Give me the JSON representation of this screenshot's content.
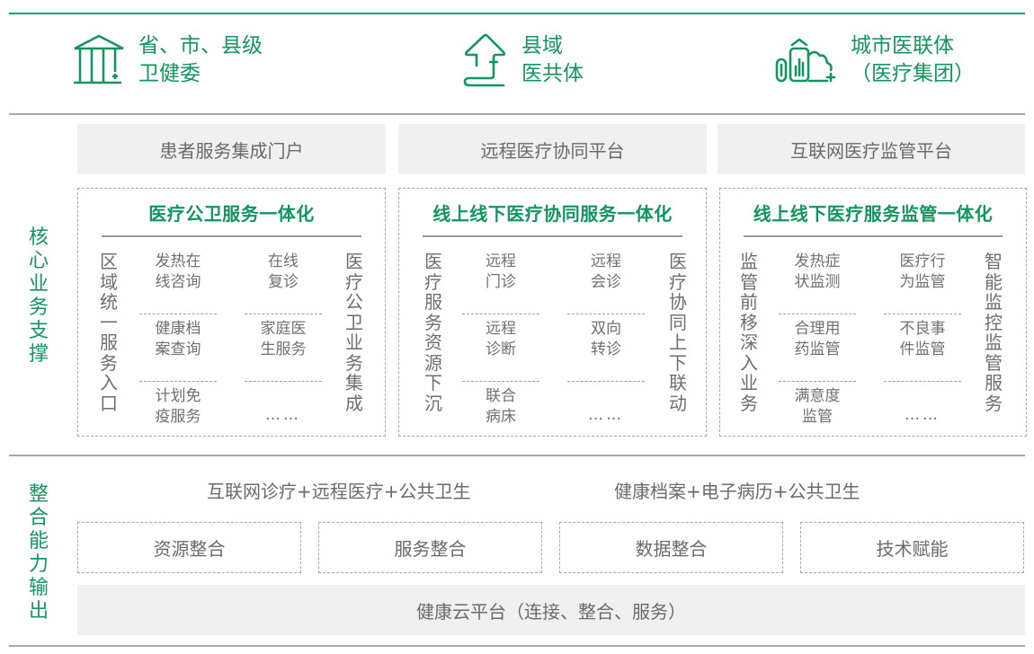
{
  "colors": {
    "accent_green": "#13955f",
    "rule_green": "#17a06a",
    "rule_gray": "#a9a9a9",
    "bar_gray": "#f0f0f0",
    "text_gray": "#6a6a6a"
  },
  "header": {
    "items": [
      {
        "icon": "government-building-icon",
        "lines": [
          "省、市、县级",
          "卫健委"
        ]
      },
      {
        "icon": "house-arrow-icon",
        "lines": [
          "县域",
          "医共体"
        ]
      },
      {
        "icon": "city-cloud-icon",
        "lines": [
          "城市医联体",
          "（医疗集团）"
        ]
      }
    ]
  },
  "core": {
    "side_label": [
      "核",
      "心",
      "业",
      "务",
      "支",
      "撑"
    ],
    "bars": [
      "患者服务集成门户",
      "远程医疗协同平台",
      "互联网医疗监管平台"
    ],
    "panels": [
      {
        "title": "医疗公卫服务一体化",
        "left_vertical": [
          "区",
          "域",
          "统",
          "一",
          "服",
          "务",
          "入",
          "口"
        ],
        "right_vertical": [
          "医",
          "疗",
          "公",
          "卫",
          "业",
          "务",
          "集",
          "成"
        ],
        "col1": [
          [
            "发热在",
            "线咨询"
          ],
          [
            "健康档",
            "案查询"
          ],
          [
            "计划免",
            "疫服务"
          ]
        ],
        "col2": [
          [
            "在线",
            "复诊"
          ],
          [
            "家庭医",
            "生服务"
          ],
          [
            "……"
          ]
        ]
      },
      {
        "title": "线上线下医疗协同服务一体化",
        "left_vertical": [
          "医",
          "疗",
          "服",
          "务",
          "资",
          "源",
          "下",
          "沉"
        ],
        "right_vertical": [
          "医",
          "疗",
          "协",
          "同",
          "上",
          "下",
          "联",
          "动"
        ],
        "col1": [
          [
            "远程",
            "门诊"
          ],
          [
            "远程",
            "诊断"
          ],
          [
            "联合",
            "病床"
          ]
        ],
        "col2": [
          [
            "远程",
            "会诊"
          ],
          [
            "双向",
            "转诊"
          ],
          [
            "……"
          ]
        ]
      },
      {
        "title": "线上线下医疗服务监管一体化",
        "left_vertical": [
          "监",
          "管",
          "前",
          "移",
          "深",
          "入",
          "业",
          "务"
        ],
        "right_vertical": [
          "智",
          "能",
          "监",
          "控",
          "监",
          "管",
          "服",
          "务"
        ],
        "col1": [
          [
            "发热症",
            "状监测"
          ],
          [
            "合理用",
            "药监管"
          ],
          [
            "满意度",
            "监管"
          ]
        ],
        "col2": [
          [
            "医疗行",
            "为监管"
          ],
          [
            "不良事",
            "件监管"
          ],
          [
            "……"
          ]
        ]
      }
    ]
  },
  "integration": {
    "side_label": [
      "整",
      "合",
      "能",
      "力",
      "输",
      "出"
    ],
    "headline_left": "互联网诊疗+远程医疗+公共卫生",
    "headline_right": "健康档案+电子病历+公共卫生",
    "boxes": [
      "资源整合",
      "服务整合",
      "数据整合",
      "技术赋能"
    ],
    "platform": "健康云平台（连接、整合、服务）"
  }
}
